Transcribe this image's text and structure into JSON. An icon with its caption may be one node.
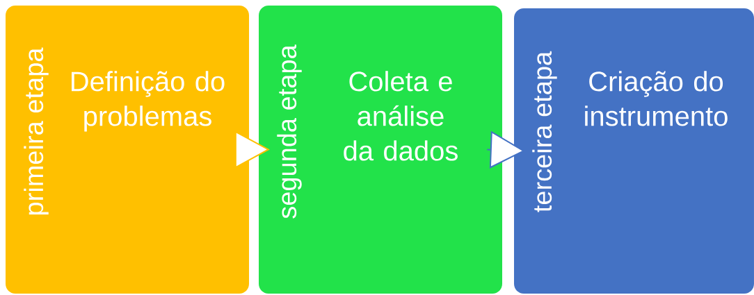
{
  "diagram": {
    "nodes": [
      {
        "text": [
          "primeira etapa",
          "Definição do problemas"
        ]
      },
      {
        "text": [
          "segunda etapa",
          "Coleta e análise da dados"
        ]
      },
      {
        "text": [
          "terceira etapa",
          "Criação do instrumento"
        ]
      }
    ],
    "edges": [
      {
        "from": 0,
        "to": 1,
        "arrow": "to",
        "color": "#ffc000"
      },
      {
        "from": 1,
        "to": 2,
        "arrow": "to",
        "color": "#4472c4"
      }
    ]
  }
}
